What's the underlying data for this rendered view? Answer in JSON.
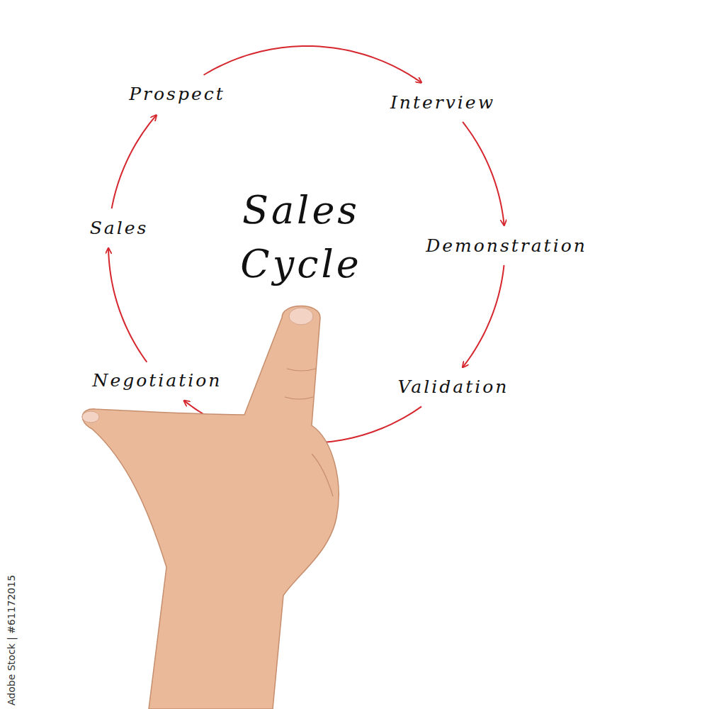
{
  "diagram": {
    "title": "Sales Cycle",
    "nodes": [
      {
        "text": [
          "Prospect"
        ]
      },
      {
        "text": [
          "Interview"
        ]
      },
      {
        "text": [
          "Demonstration"
        ]
      },
      {
        "text": [
          "Validation"
        ]
      },
      {
        "text": [
          "Negotiation"
        ]
      },
      {
        "text": [
          "Sales"
        ]
      }
    ],
    "edges": [
      {
        "from": 0,
        "to": 1,
        "arrow": "to"
      },
      {
        "from": 1,
        "to": 2,
        "arrow": "to"
      },
      {
        "from": 2,
        "to": 3,
        "arrow": "to"
      },
      {
        "from": 3,
        "to": 4,
        "arrow": "to"
      },
      {
        "from": 4,
        "to": 5,
        "arrow": "to"
      },
      {
        "from": 5,
        "to": 0,
        "arrow": "to"
      }
    ],
    "labels": [
      "Adobe Stock | #61172015"
    ]
  }
}
